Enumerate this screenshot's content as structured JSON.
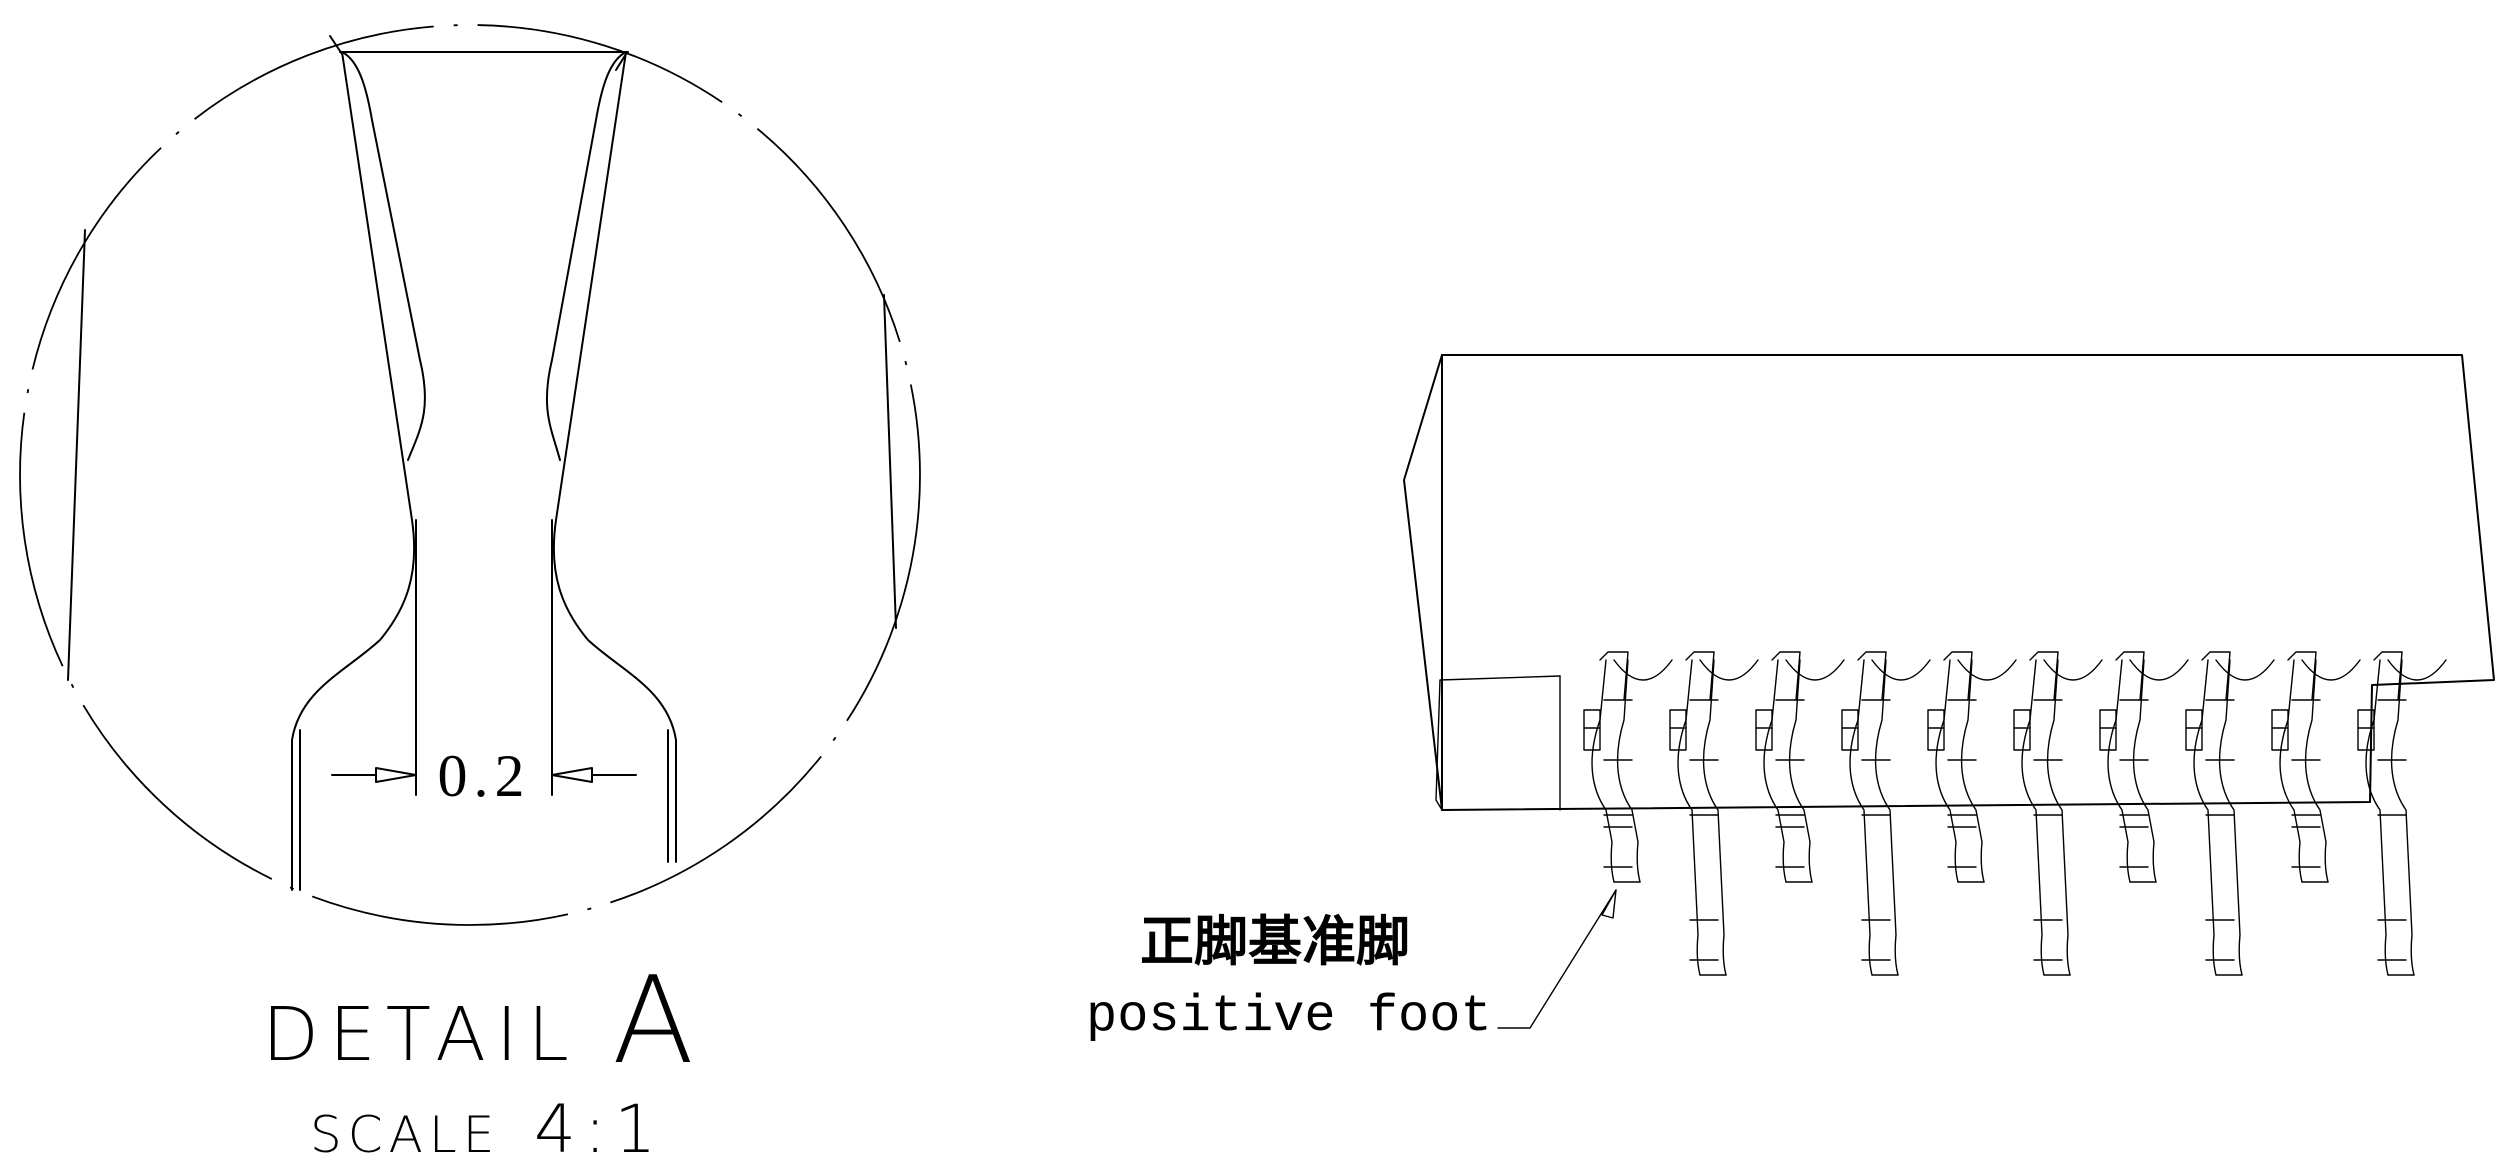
{
  "detail_view": {
    "dimension_value": "0.2",
    "title": "DETAIL",
    "letter": "A",
    "scale_label": "SCALE",
    "scale_value": "4:1"
  },
  "iso_view": {
    "pin_count": 10,
    "callout_cn": "正脚基准脚",
    "callout_en": "positive foot"
  }
}
